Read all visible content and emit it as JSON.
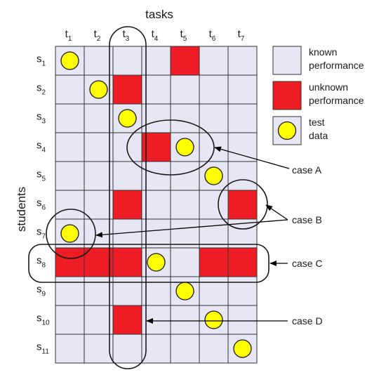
{
  "title": "tasks",
  "y_axis_label": "students",
  "task_labels": [
    {
      "base": "t",
      "sub": "1"
    },
    {
      "base": "t",
      "sub": "2"
    },
    {
      "base": "t",
      "sub": "3"
    },
    {
      "base": "t",
      "sub": "4"
    },
    {
      "base": "t",
      "sub": "5"
    },
    {
      "base": "t",
      "sub": "6"
    },
    {
      "base": "t",
      "sub": "7"
    }
  ],
  "student_labels": [
    {
      "base": "s",
      "sub": "1"
    },
    {
      "base": "s",
      "sub": "2"
    },
    {
      "base": "s",
      "sub": "3"
    },
    {
      "base": "s",
      "sub": "4"
    },
    {
      "base": "s",
      "sub": "5"
    },
    {
      "base": "s",
      "sub": "6"
    },
    {
      "base": "s",
      "sub": "7"
    },
    {
      "base": "s",
      "sub": "8"
    },
    {
      "base": "s",
      "sub": "9"
    },
    {
      "base": "s",
      "sub": "10"
    },
    {
      "base": "s",
      "sub": "11"
    }
  ],
  "grid": {
    "rows": 11,
    "cols": 7,
    "unknown_cells": [
      [
        0,
        4
      ],
      [
        1,
        2
      ],
      [
        3,
        3
      ],
      [
        5,
        2
      ],
      [
        5,
        6
      ],
      [
        7,
        0
      ],
      [
        7,
        1
      ],
      [
        7,
        2
      ],
      [
        7,
        5
      ],
      [
        7,
        6
      ],
      [
        9,
        2
      ]
    ],
    "test_cells": [
      [
        0,
        0
      ],
      [
        1,
        1
      ],
      [
        2,
        2
      ],
      [
        3,
        4
      ],
      [
        4,
        5
      ],
      [
        6,
        0
      ],
      [
        7,
        3
      ],
      [
        8,
        4
      ],
      [
        9,
        5
      ],
      [
        10,
        6
      ]
    ]
  },
  "legend": [
    {
      "type": "known",
      "lines": [
        "known",
        "performance"
      ]
    },
    {
      "type": "unknown",
      "lines": [
        "unknown",
        "performance"
      ]
    },
    {
      "type": "test",
      "lines": [
        "test",
        "data"
      ]
    }
  ],
  "cases": {
    "a": "case A",
    "b": "case B",
    "c": "case C",
    "d": "case D"
  },
  "colors": {
    "known": "#e6e6f5",
    "unknown": "#ee1c25",
    "test": "#ffff00",
    "grid_line": "#333333"
  }
}
